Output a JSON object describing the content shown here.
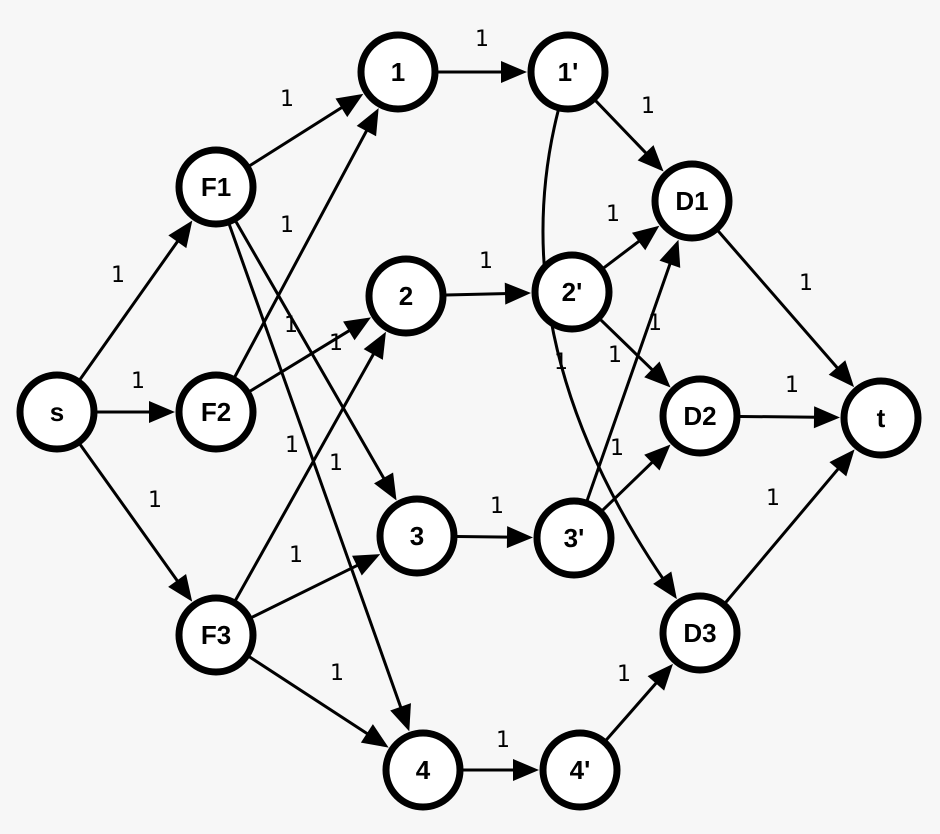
{
  "graph": {
    "nodes": [
      {
        "id": "s",
        "label": "s"
      },
      {
        "id": "F1",
        "label": "F1"
      },
      {
        "id": "F2",
        "label": "F2"
      },
      {
        "id": "F3",
        "label": "F3"
      },
      {
        "id": "n1",
        "label": "1"
      },
      {
        "id": "n2",
        "label": "2"
      },
      {
        "id": "n3",
        "label": "3"
      },
      {
        "id": "n4",
        "label": "4"
      },
      {
        "id": "p1",
        "label": "1'"
      },
      {
        "id": "p2",
        "label": "2'"
      },
      {
        "id": "p3",
        "label": "3'"
      },
      {
        "id": "p4",
        "label": "4'"
      },
      {
        "id": "D1",
        "label": "D1"
      },
      {
        "id": "D2",
        "label": "D2"
      },
      {
        "id": "D3",
        "label": "D3"
      },
      {
        "id": "t",
        "label": "t"
      }
    ],
    "edges": [
      {
        "from": "s",
        "to": "F1",
        "label": "1"
      },
      {
        "from": "s",
        "to": "F2",
        "label": "1"
      },
      {
        "from": "s",
        "to": "F3",
        "label": "1"
      },
      {
        "from": "F1",
        "to": "n1",
        "label": "1"
      },
      {
        "from": "F1",
        "to": "n3",
        "label": "1"
      },
      {
        "from": "F1",
        "to": "n4",
        "label": "1"
      },
      {
        "from": "F2",
        "to": "n1",
        "label": "1"
      },
      {
        "from": "F2",
        "to": "n2",
        "label": "1"
      },
      {
        "from": "F3",
        "to": "n2",
        "label": "1"
      },
      {
        "from": "F3",
        "to": "n3",
        "label": "1"
      },
      {
        "from": "F3",
        "to": "n4",
        "label": "1"
      },
      {
        "from": "n1",
        "to": "p1",
        "label": "1"
      },
      {
        "from": "n2",
        "to": "p2",
        "label": "1"
      },
      {
        "from": "n3",
        "to": "p3",
        "label": "1"
      },
      {
        "from": "n4",
        "to": "p4",
        "label": "1"
      },
      {
        "from": "p1",
        "to": "D1",
        "label": "1"
      },
      {
        "from": "p1",
        "to": "D3",
        "label": "1"
      },
      {
        "from": "p2",
        "to": "D1",
        "label": "1"
      },
      {
        "from": "p2",
        "to": "D2",
        "label": "1"
      },
      {
        "from": "p3",
        "to": "D1",
        "label": "1"
      },
      {
        "from": "p3",
        "to": "D2",
        "label": "1"
      },
      {
        "from": "p4",
        "to": "D3",
        "label": "1"
      },
      {
        "from": "D1",
        "to": "t",
        "label": "1"
      },
      {
        "from": "D2",
        "to": "t",
        "label": "1"
      },
      {
        "from": "D3",
        "to": "t",
        "label": "1"
      }
    ]
  }
}
